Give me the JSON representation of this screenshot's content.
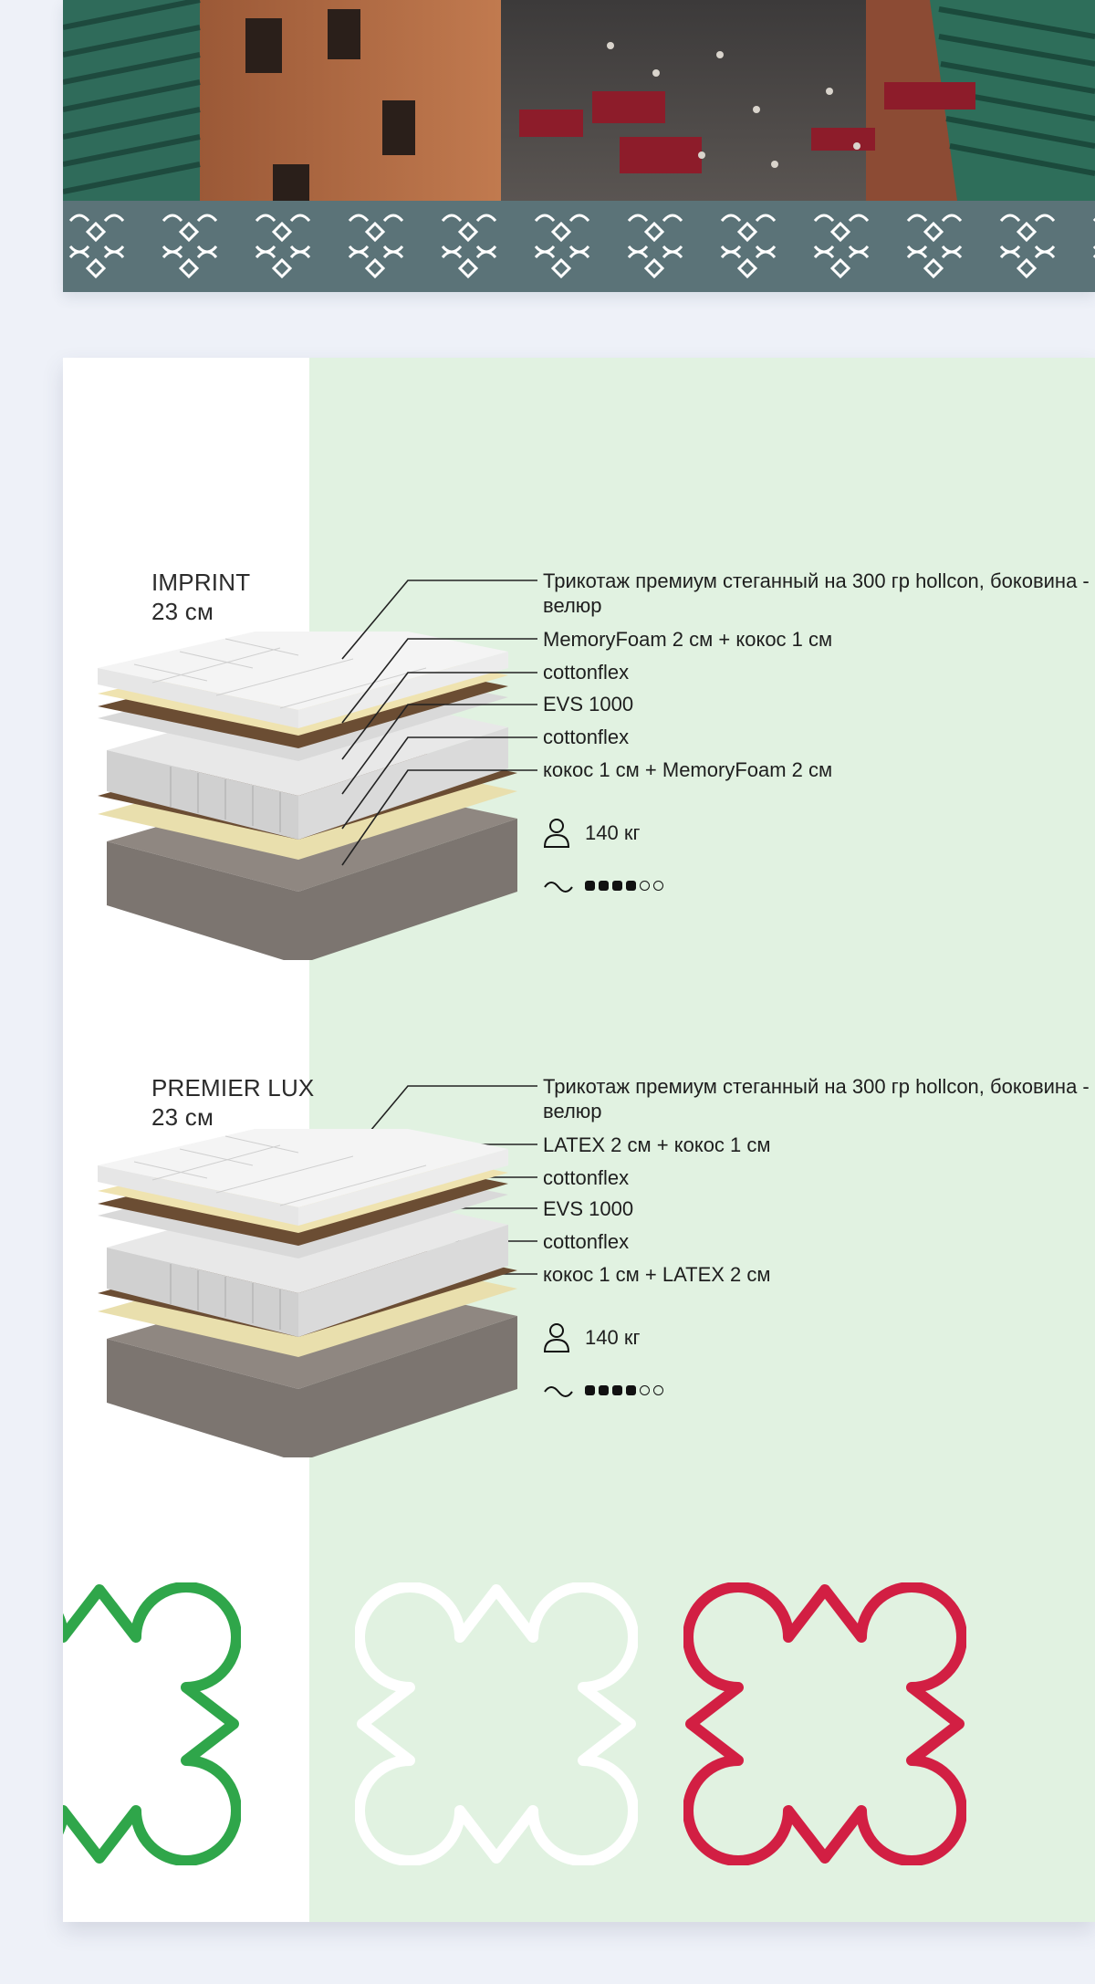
{
  "products": [
    {
      "name": "IMPRINT",
      "height": "23 см",
      "layers": [
        "Трикотаж премиум  стеганный на  300 гр hollcon, боковина - велюр",
        "MemoryFoam 2 см + кокос 1 см",
        "cottonflex",
        "EVS 1000",
        "cottonflex",
        "кокос 1 см + MemoryFoam  2 см"
      ],
      "max_load": "140 кг",
      "firmness": 4,
      "firmness_max": 6
    },
    {
      "name": "PREMIER LUX",
      "height": "23 см",
      "layers": [
        "Трикотаж премиум  стеганный на  300 гр hollcon, боковина - велюр",
        "LATEX  2 см + кокос 1 см",
        "cottonflex",
        "EVS 1000",
        "cottonflex",
        "кокос 1 см + LATEX  2 см"
      ],
      "max_load": "140 кг",
      "firmness": 4,
      "firmness_max": 6
    }
  ],
  "icons": {
    "load": "person-icon",
    "firmness": "wave-icon"
  },
  "colors": {
    "card_background": "#e1f2e1",
    "ornament_green": "#2fa64a",
    "ornament_white": "#ffffff",
    "ornament_red": "#d21f43",
    "banner_strip": "#5b7378"
  }
}
